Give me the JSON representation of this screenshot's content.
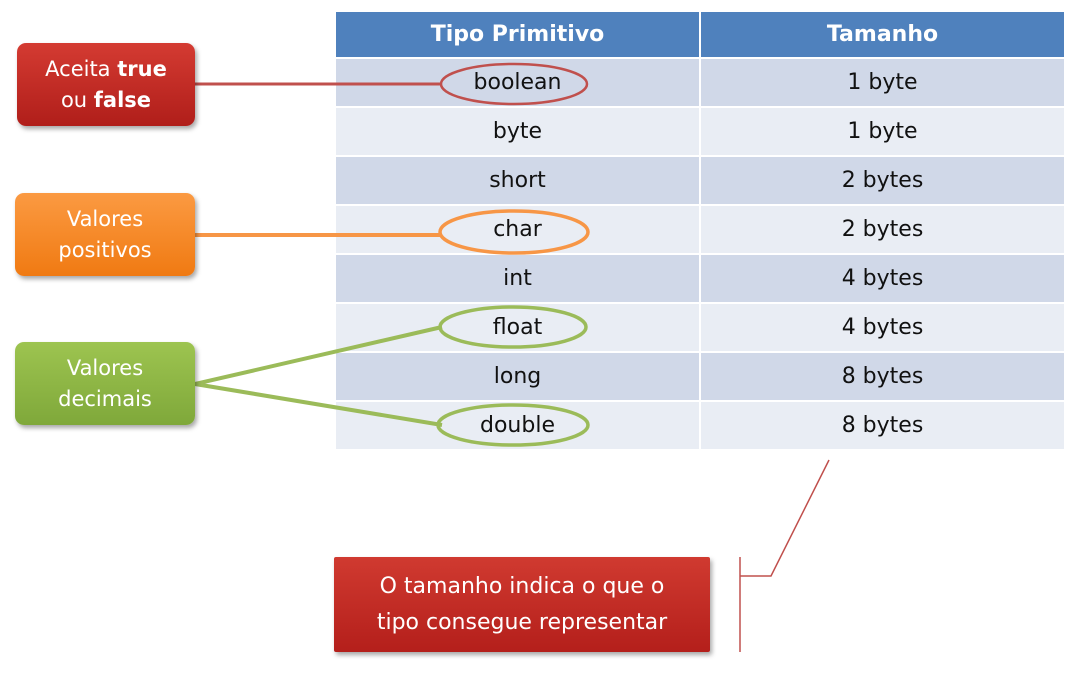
{
  "table": {
    "headers": [
      "Tipo Primitivo",
      "Tamanho"
    ],
    "rows": [
      {
        "type": "boolean",
        "size": "1 byte"
      },
      {
        "type": "byte",
        "size": "1 byte"
      },
      {
        "type": "short",
        "size": "2 bytes"
      },
      {
        "type": "char",
        "size": "2 bytes"
      },
      {
        "type": "int",
        "size": "4 bytes"
      },
      {
        "type": "float",
        "size": "4 bytes"
      },
      {
        "type": "long",
        "size": "8 bytes"
      },
      {
        "type": "double",
        "size": "8 bytes"
      }
    ]
  },
  "callouts": {
    "boolean": {
      "prefix": "Aceita ",
      "bold1": "true",
      "middle": "ou ",
      "bold2": "false"
    },
    "positivos": {
      "line1": "Valores",
      "line2": "positivos"
    },
    "decimais": {
      "line1": "Valores",
      "line2": "decimais"
    },
    "tamanho": {
      "line1": "O tamanho indica o que o",
      "line2": "tipo consegue representar"
    }
  },
  "colors": {
    "header": "#4f81bd",
    "row_dark": "#d0d8e8",
    "row_light": "#e9edf4",
    "red": "#c0504d",
    "orange": "#f79646",
    "green": "#9bbb59"
  }
}
